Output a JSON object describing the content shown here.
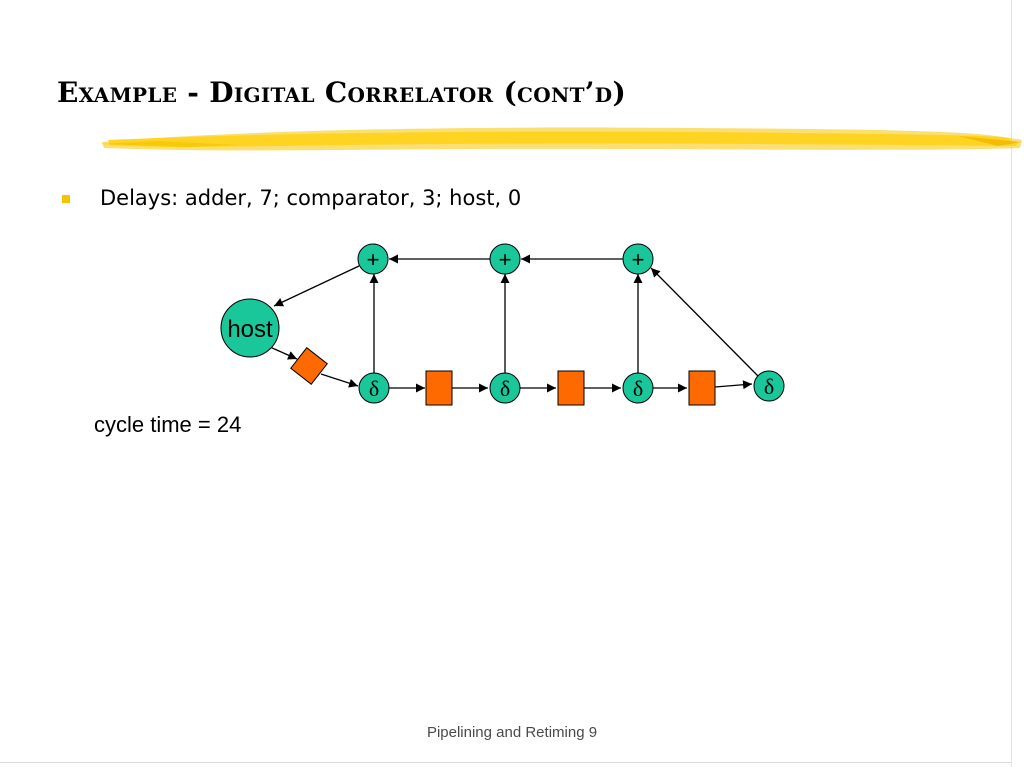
{
  "slide": {
    "title": "Example - Digital Correlator (cont’d)",
    "bullet": "Delays: adder, 7; comparator, 3; host, 0",
    "caption": "cycle time = 24",
    "footer": "Pipelining and Retiming 9"
  },
  "diagram": {
    "host_label": "host",
    "adder_label": "+",
    "comparator_label": "δ"
  },
  "colors": {
    "node_fill": "#19c79a",
    "register_fill": "#ff6a00",
    "highlight_stroke": "#f5c400"
  }
}
